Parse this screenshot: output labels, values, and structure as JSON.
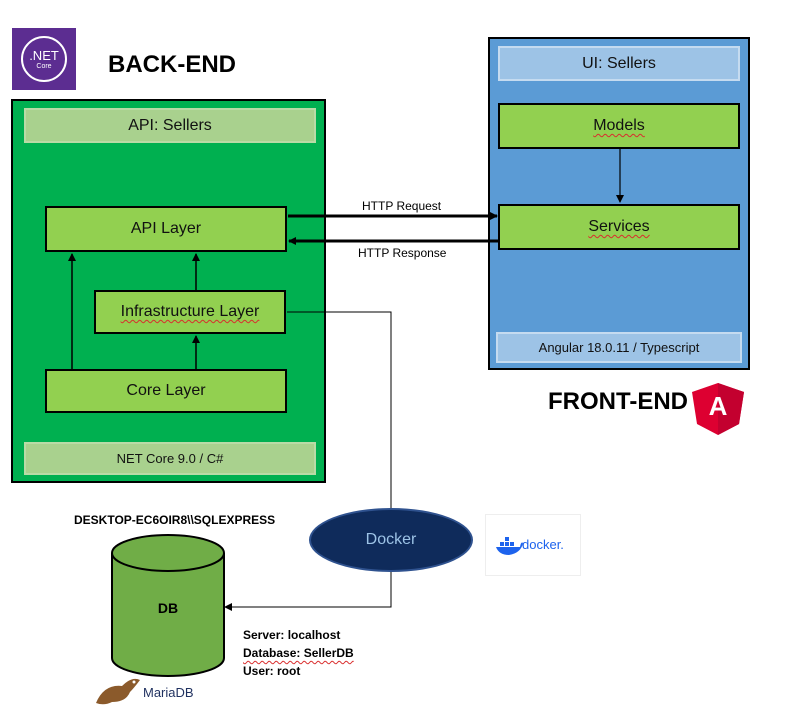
{
  "backend": {
    "title": "BACK-END",
    "logo_text": ".NET",
    "logo_sub": "Core",
    "api_label": "API: Sellers",
    "api_layer": "API Layer",
    "infra_layer": "Infrastructure Layer",
    "core_layer": "Core Layer",
    "footer": "NET Core 9.0 / C#"
  },
  "frontend": {
    "title": "FRONT-END",
    "ui_label": "UI: Sellers",
    "models": "Models",
    "services": "Services",
    "footer": "Angular 18.0.11 / Typescript",
    "logo_letter": "A"
  },
  "arrows": {
    "request": "HTTP Request",
    "response": "HTTP Response"
  },
  "docker": {
    "label": "Docker",
    "logo_text": "docker."
  },
  "database": {
    "host": "DESKTOP-EC6OIR8\\\\SQLEXPRESS",
    "label": "DB",
    "server": "Server: localhost",
    "database": "Database: SellerDB",
    "user": "User: root",
    "logo_text": "MariaDB"
  },
  "colors": {
    "backend_fill": "#00b050",
    "frontend_fill": "#5b9bd5",
    "layer_fill": "#92d050",
    "docker_fill": "#0f2b5b",
    "db_fill": "#70ad47",
    "net_logo": "#5c2d91",
    "angular": "#dd0031"
  }
}
